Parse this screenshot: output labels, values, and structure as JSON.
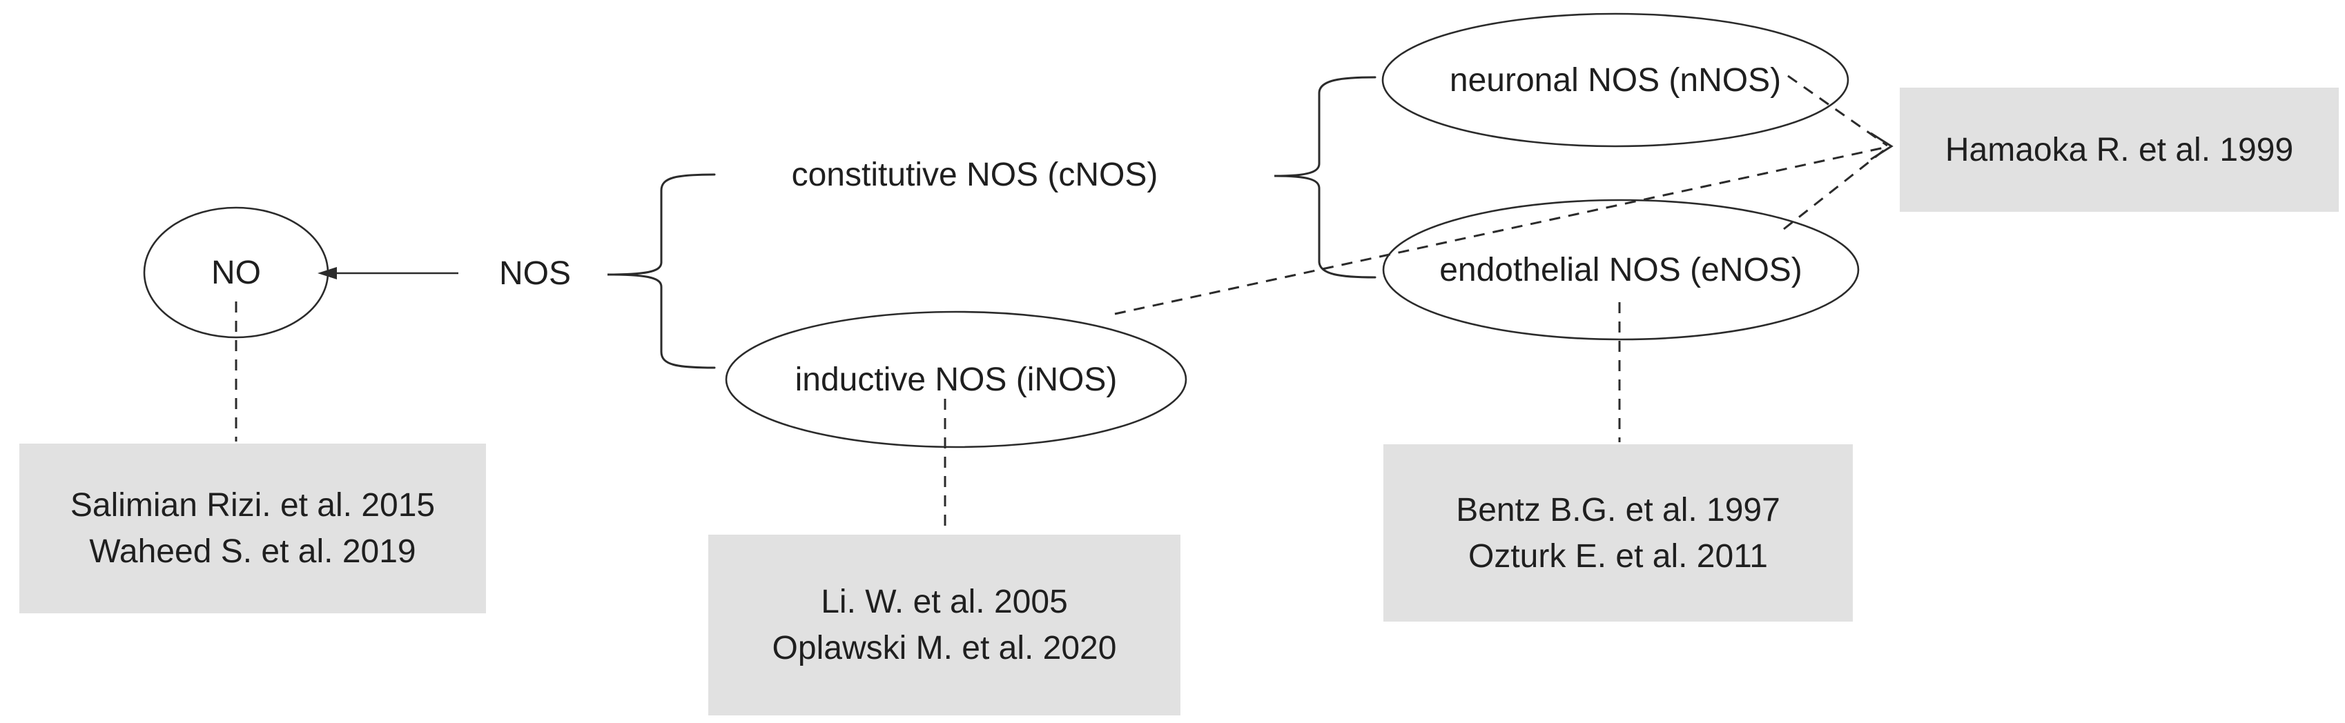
{
  "figure": {
    "type": "concept-diagram",
    "background": "#ffffff",
    "colors": {
      "reference_box_fill": "#e1e1e1",
      "line_stroke": "#2b2b2b",
      "text": "#1f1f1f"
    }
  },
  "nodes": {
    "no": {
      "label": "NO"
    },
    "nos": {
      "label": "NOS"
    },
    "cnos": {
      "label": "constitutive NOS (cNOS)"
    },
    "inos": {
      "label": "inductive NOS (iNOS)"
    },
    "nnos": {
      "label": "neuronal NOS (nNOS)"
    },
    "enos": {
      "label": "endothelial NOS (eNOS)"
    }
  },
  "reference_boxes": {
    "no_refs": {
      "lines": [
        "Salimian Rizi. et al. 2015",
        "Waheed S. et al. 2019"
      ]
    },
    "inos_refs": {
      "lines": [
        "Li. W. et al. 2005",
        "Oplawski M. et al. 2020"
      ]
    },
    "enos_refs": {
      "lines": [
        "Bentz B.G. et al. 1997",
        "Ozturk E. et al. 2011"
      ]
    },
    "hamaoka_refs": {
      "lines": [
        "Hamaoka R. et al. 1999"
      ]
    }
  },
  "relations": {
    "nos_produces_no": "NOS -> NO (solid arrow)",
    "nos_splits_into": [
      "constitutive NOS (cNOS)",
      "inductive NOS (iNOS)"
    ],
    "cnos_splits_into": [
      "neuronal NOS (nNOS)",
      "endothelial NOS (eNOS)"
    ],
    "hamaoka_linked_from": [
      "inductive NOS (iNOS)",
      "neuronal NOS (nNOS)",
      "endothelial NOS (eNOS)"
    ]
  }
}
